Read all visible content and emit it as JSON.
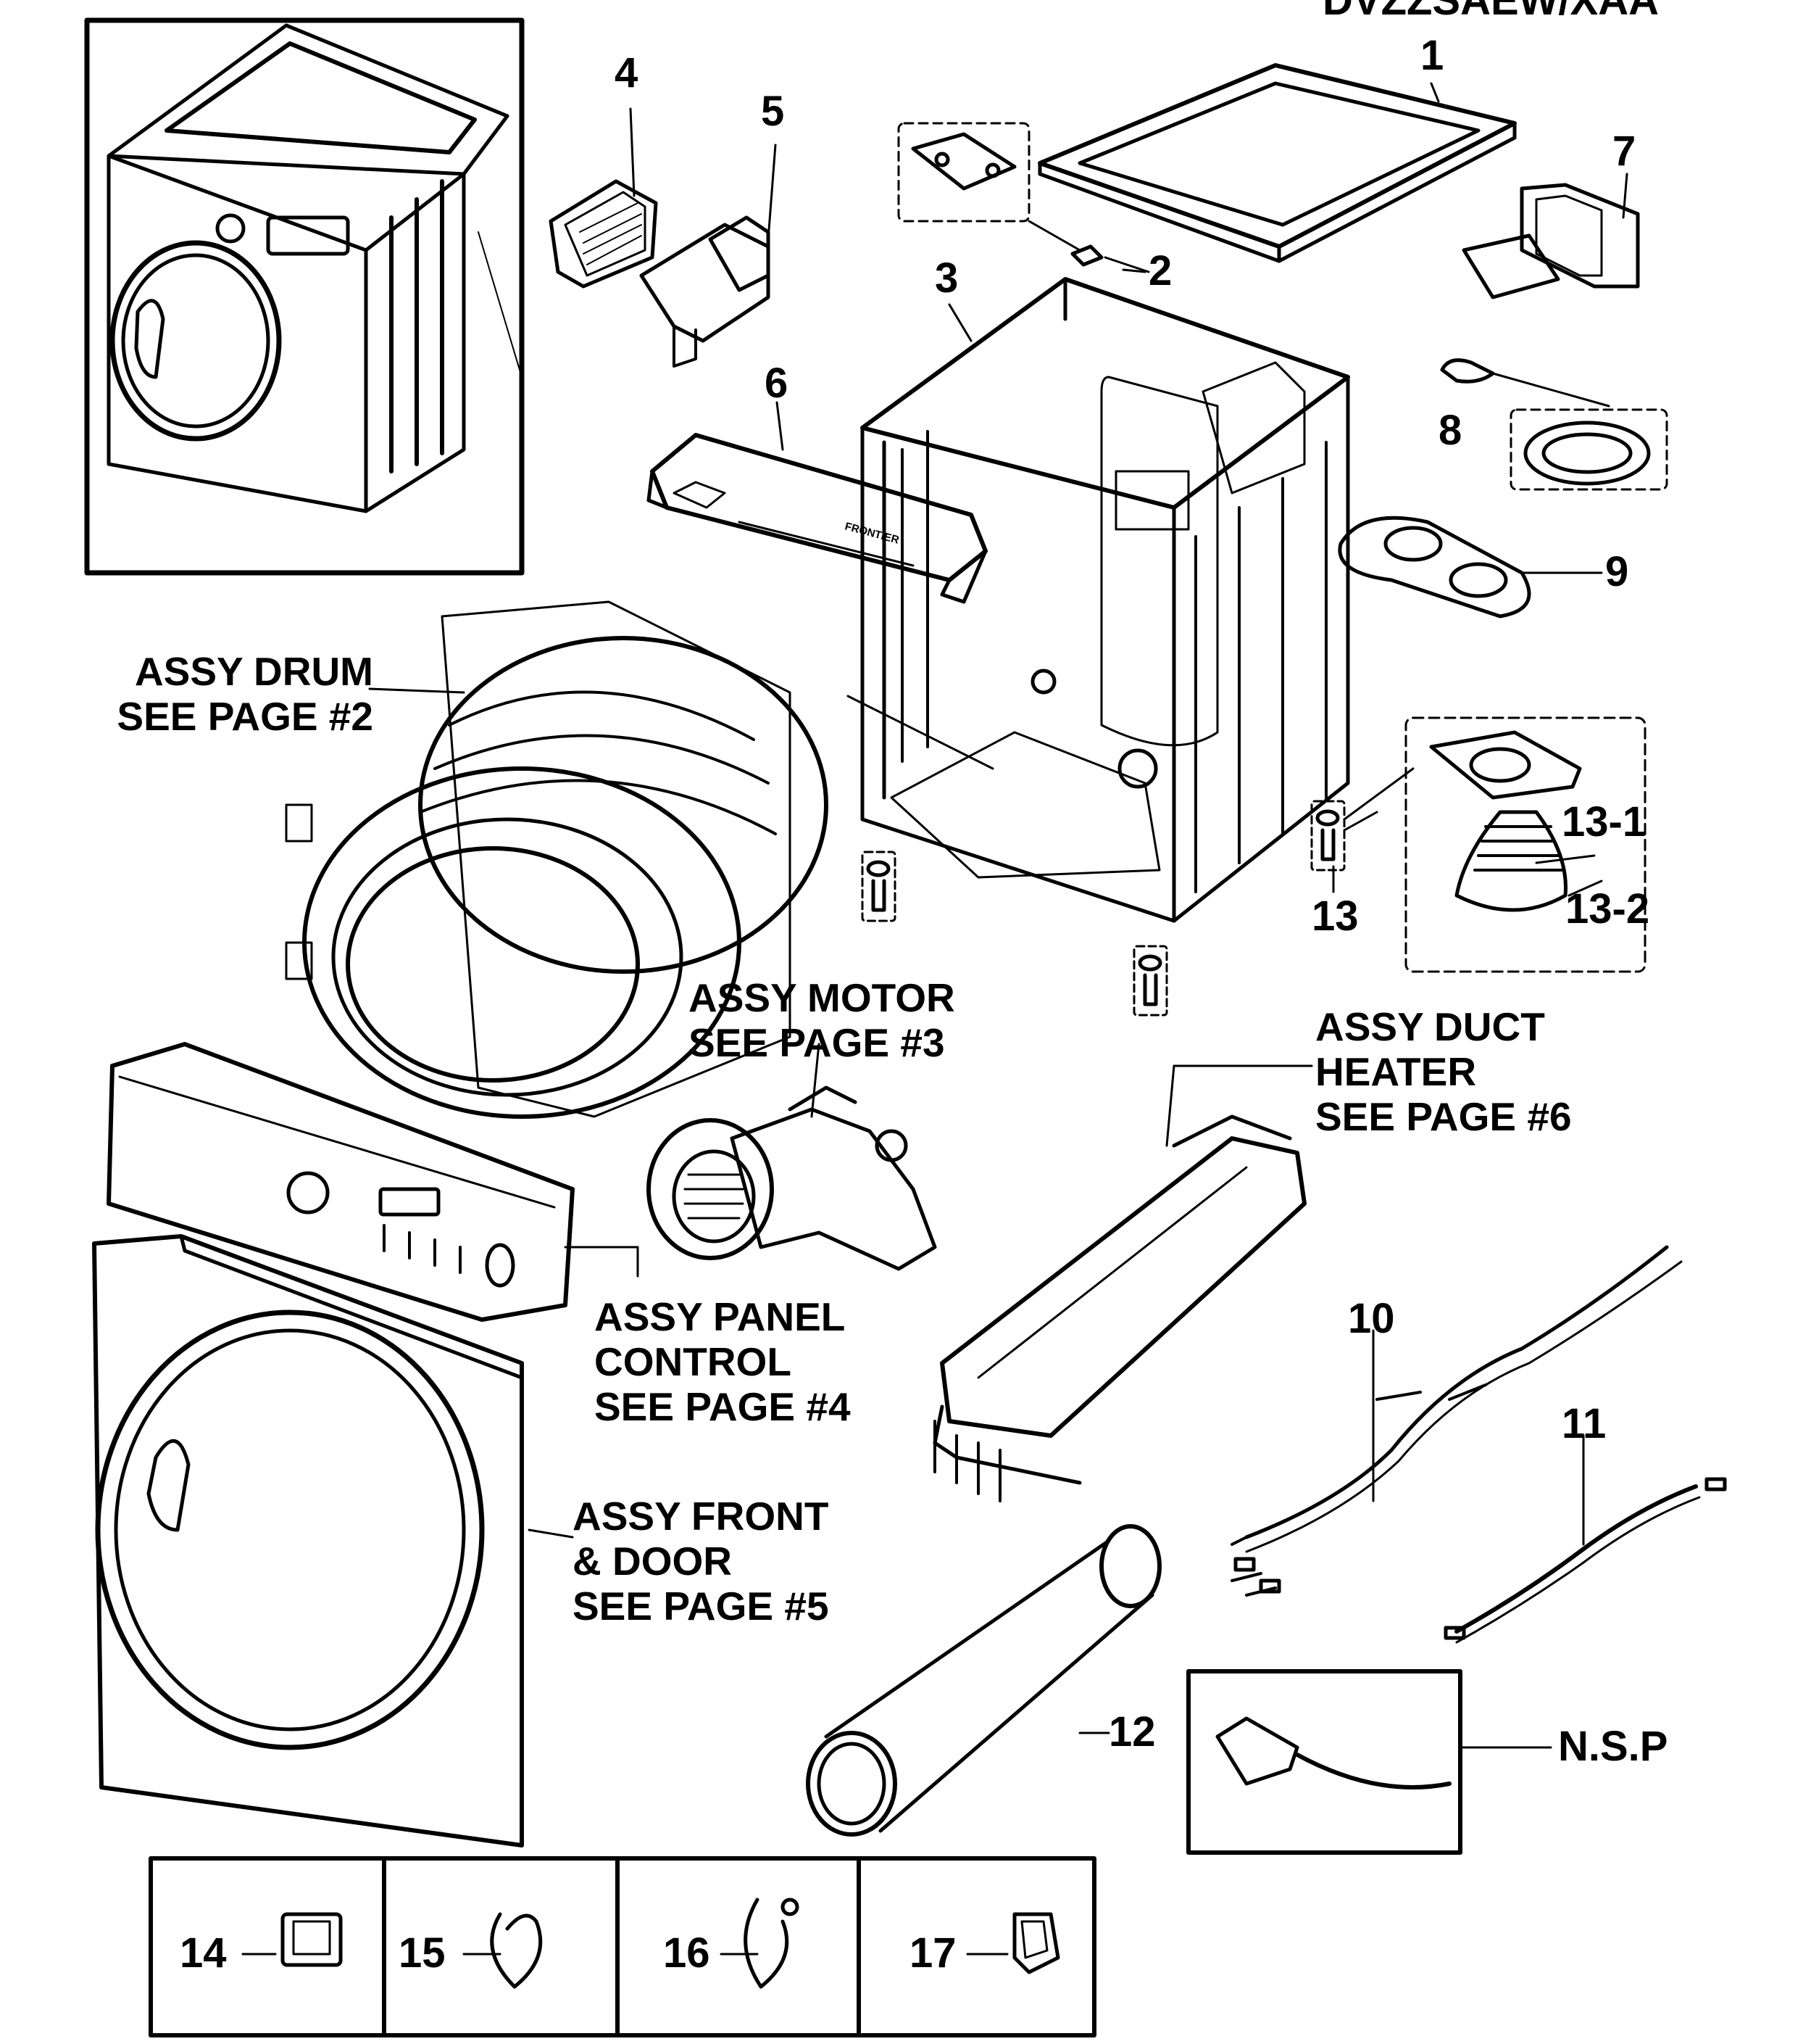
{
  "header": {
    "model_fragment": "DVZZSAEW/XAA"
  },
  "parts": {
    "p1": "1",
    "p2": "2",
    "p3": "3",
    "p4": "4",
    "p5": "5",
    "p6": "6",
    "p7": "7",
    "p8": "8",
    "p9": "9",
    "p10": "10",
    "p11": "11",
    "p12": "12",
    "p13": "13",
    "p13_1": "13-1",
    "p13_2": "13-2",
    "p14": "14",
    "p15": "15",
    "p16": "16",
    "p17": "17",
    "nsp": "N.S.P"
  },
  "assemblies": {
    "drum": [
      "ASSY DRUM",
      "SEE PAGE #2"
    ],
    "motor": [
      "ASSY MOTOR",
      "SEE PAGE #3"
    ],
    "duct": [
      "ASSY DUCT",
      "HEATER",
      "SEE PAGE #6"
    ],
    "panel": [
      "ASSY PANEL",
      "CONTROL",
      "SEE PAGE #4"
    ],
    "front": [
      "ASSY FRONT",
      "& DOOR",
      "SEE PAGE #5"
    ]
  },
  "product_logo": {
    "text": "FRONTIER"
  }
}
